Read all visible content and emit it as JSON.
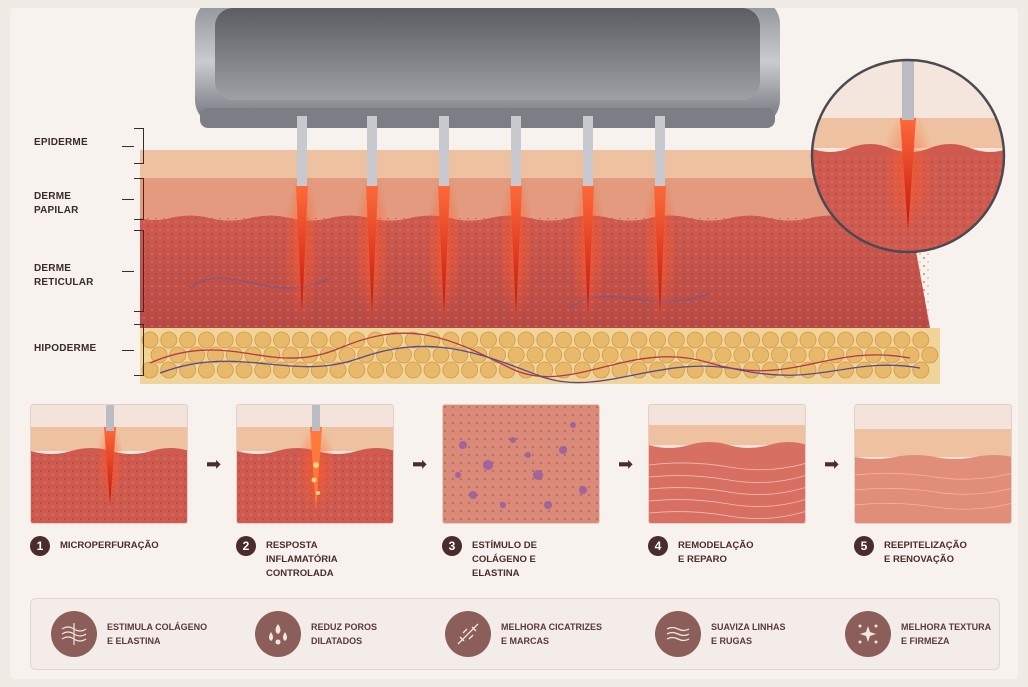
{
  "layers": [
    {
      "label": "EPIDERME"
    },
    {
      "label": "DERME\nPAPILAR"
    },
    {
      "label": "DERME\nRETICULAR"
    },
    {
      "label": "HIPODERME"
    }
  ],
  "steps": [
    {
      "num": "1",
      "label": "MICROPERFURAÇÃO"
    },
    {
      "num": "2",
      "label": "RESPOSTA\nINFLAMATÓRIA\nCONTROLADA"
    },
    {
      "num": "3",
      "label": "ESTÍMULO DE\nCOLÁGENO E\nELASTINA"
    },
    {
      "num": "4",
      "label": "REMODELAÇÃO\nE REPARO"
    },
    {
      "num": "5",
      "label": "REEPITELIZAÇÃO\nE RENOVAÇÃO"
    }
  ],
  "arrow_glyph": "➡",
  "benefits": [
    {
      "label": "ESTIMULA COLÁGENO\nE ELASTINA",
      "icon": "collagen-fibers-icon"
    },
    {
      "label": "REDUZ POROS\nDILATADOS",
      "icon": "pores-drops-icon"
    },
    {
      "label": "MELHORA CICATRIZES\nE MARCAS",
      "icon": "scar-repair-icon"
    },
    {
      "label": "SUAVIZA LINHAS\nE RUGAS",
      "icon": "wavy-lines-icon"
    },
    {
      "label": "MELHORA TEXTURA\nE FIRMEZA",
      "icon": "sparkle-texture-icon"
    }
  ],
  "colors": {
    "epidermis": "#eec1a0",
    "papillary_dermis": "#e39a7e",
    "reticular_dermis": "#c9564c",
    "hypodermis": "#e8b96a",
    "needle_glow": "#e1281c",
    "text_dark": "#3b2a2a",
    "accent_brown": "#8c5e5a"
  }
}
